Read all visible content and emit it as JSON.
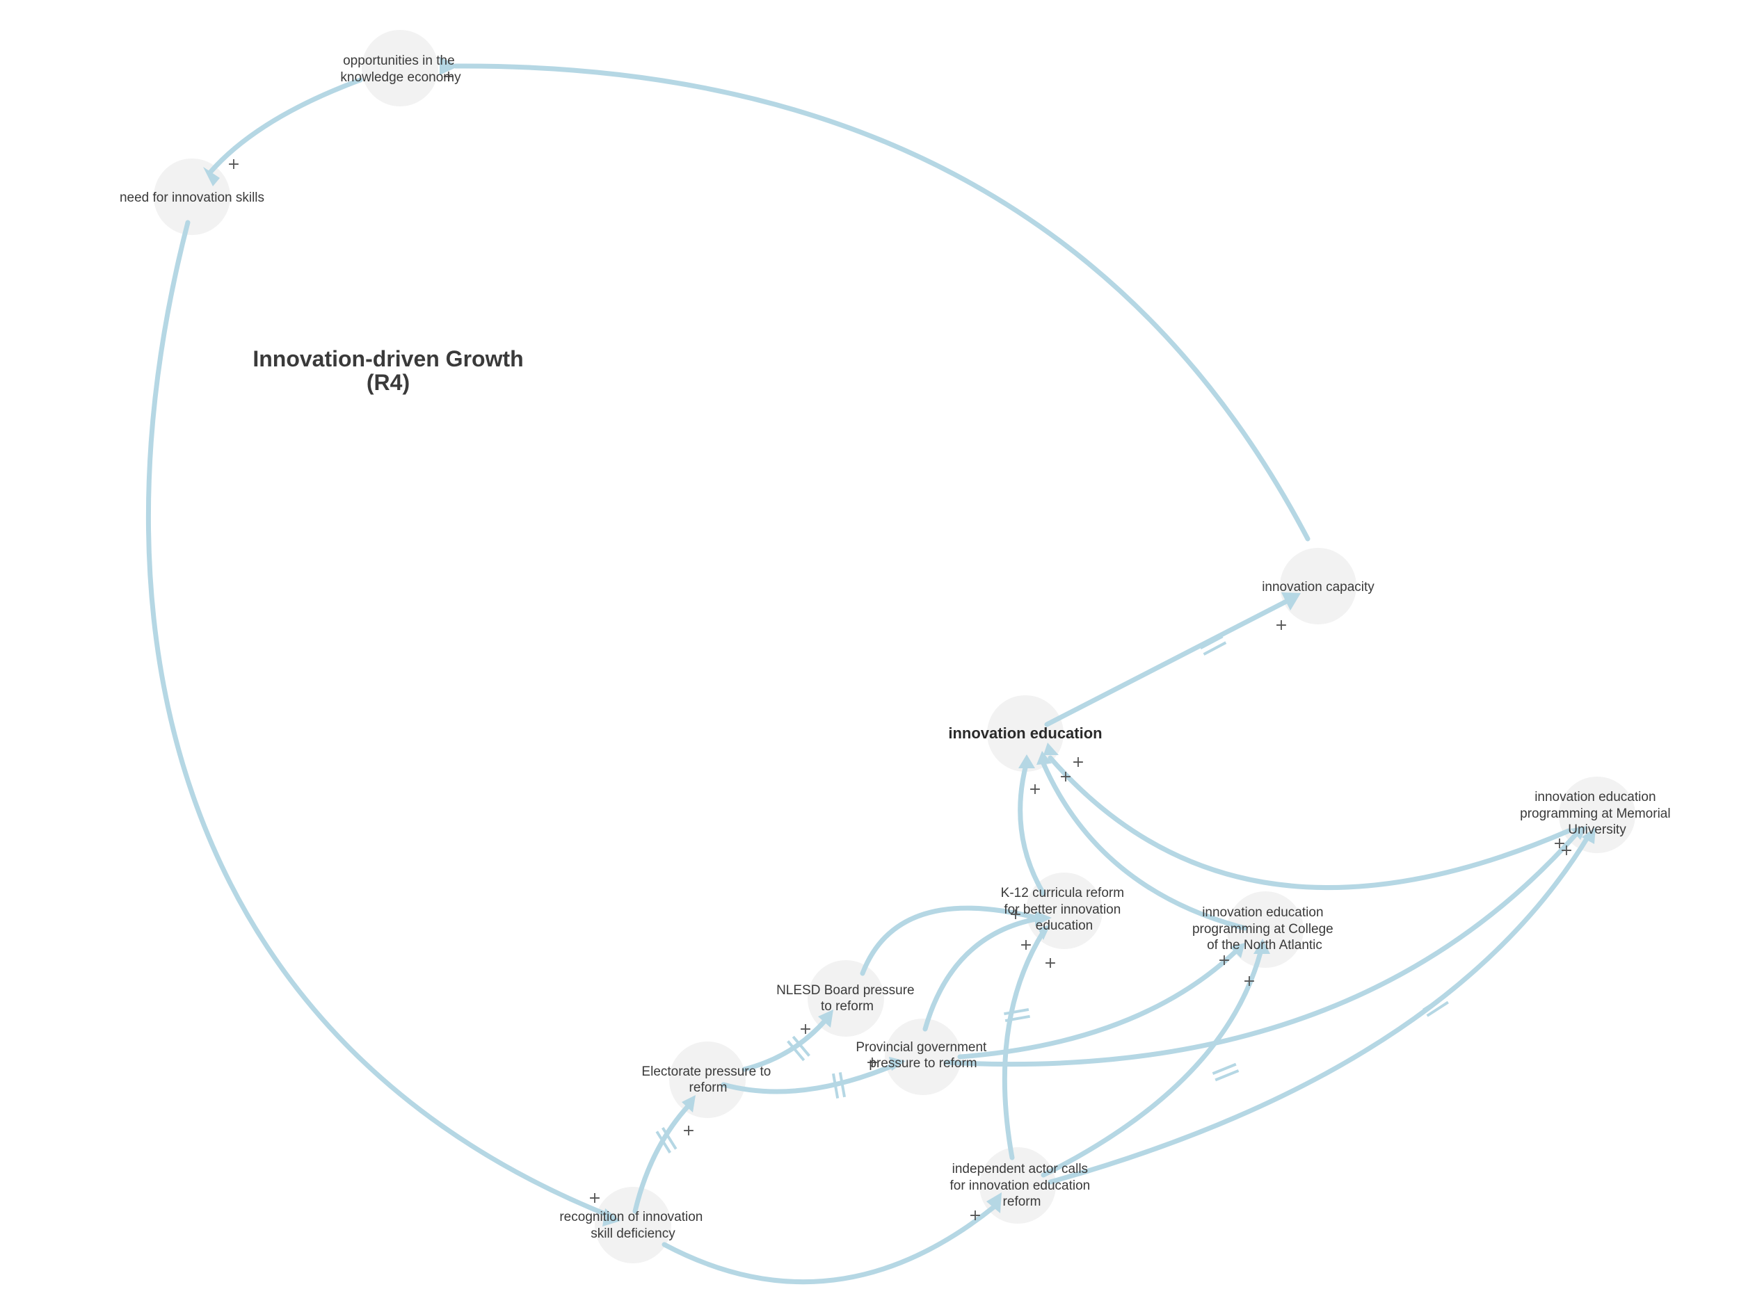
{
  "loop": {
    "title_line1": "Innovation-driven Growth",
    "title_line2": "(R4)"
  },
  "nodes": {
    "opportunities": [
      "opportunities in the",
      "knowledge economy"
    ],
    "need_skills": [
      "need for innovation skills"
    ],
    "innovation_capacity": [
      "innovation capacity"
    ],
    "innovation_education": [
      "innovation education"
    ],
    "mun": [
      "innovation education",
      "programming at Memorial",
      "University"
    ],
    "k12": [
      "K-12 curricula reform",
      "for better innovation",
      "education"
    ],
    "cna": [
      "innovation education",
      "programming at College",
      "of the North Atlantic"
    ],
    "nlesd": [
      "NLESD Board pressure",
      "to reform"
    ],
    "provincial": [
      "Provincial government",
      "pressure to reform"
    ],
    "electorate": [
      "Electorate pressure to",
      "reform"
    ],
    "independent": [
      "independent actor calls",
      "for innovation education",
      "reform"
    ],
    "recognition": [
      "recognition of innovation",
      "skill deficiency"
    ]
  },
  "polarity_sign": "+",
  "colors": {
    "edge": "#b5d7e4",
    "node": "#f2f2f2",
    "text": "#3a3a3a"
  }
}
